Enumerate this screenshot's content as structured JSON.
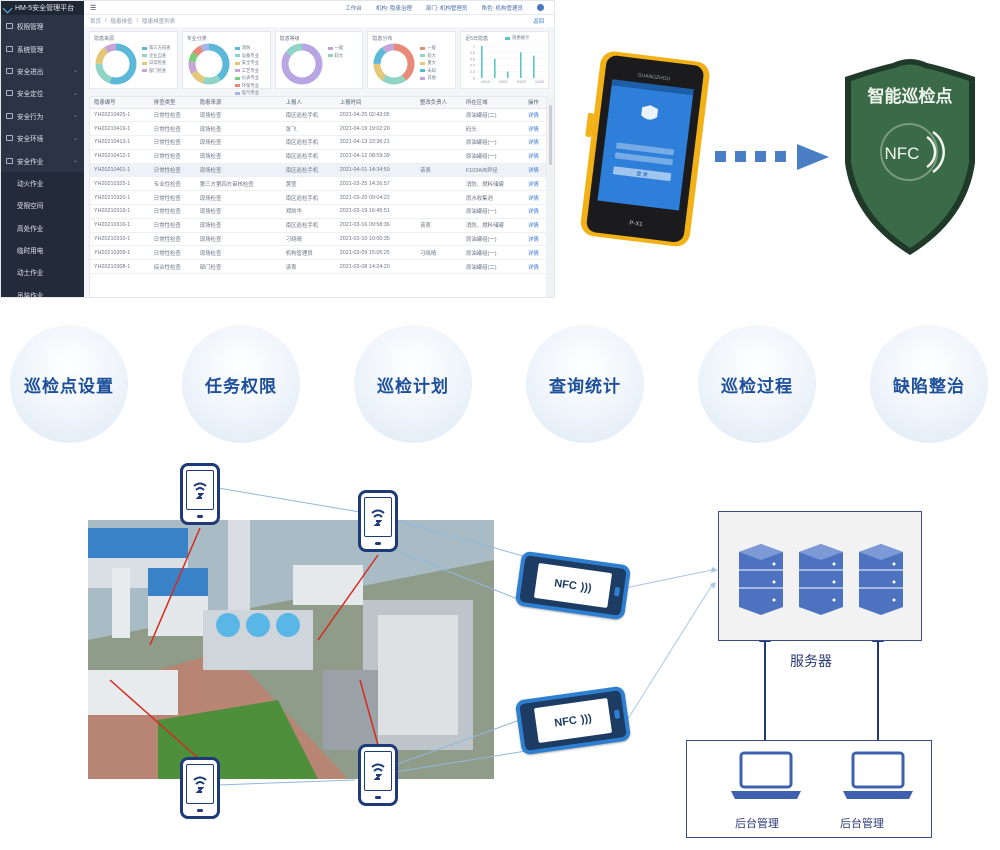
{
  "admin": {
    "brand": "HM-5安全管理平台",
    "sidebar": [
      {
        "label": "权限管理",
        "type": "top"
      },
      {
        "label": "系统管理",
        "type": "top"
      },
      {
        "label": "安全进出",
        "type": "top"
      },
      {
        "label": "安全定位",
        "type": "top"
      },
      {
        "label": "安全行为",
        "type": "top"
      },
      {
        "label": "安全环境",
        "type": "top"
      },
      {
        "label": "安全作业",
        "type": "top"
      },
      {
        "label": "动火作业",
        "type": "sub"
      },
      {
        "label": "受限空间",
        "type": "sub"
      },
      {
        "label": "高处作业",
        "type": "sub"
      },
      {
        "label": "临时用电",
        "type": "sub"
      },
      {
        "label": "动土作业",
        "type": "sub"
      },
      {
        "label": "吊装作业",
        "type": "sub"
      }
    ],
    "topbar": {
      "left_icon": "menu-icon",
      "items": [
        "工作台",
        "机构: 隐患治理",
        "部门: 机构管理员",
        "角色: 机构管理员"
      ]
    },
    "breadcrumbs": [
      "首页",
      "隐患排查",
      "隐患排查列表"
    ],
    "return_label": "返回",
    "charts": [
      {
        "title": "隐患来源",
        "legend": [
          "第三方排查",
          "企业自查",
          "日常检查",
          "部门检查"
        ],
        "colors": [
          "#5cb8d8",
          "#8fd4c4",
          "#e4c87a",
          "#c8a5d8"
        ],
        "values": [
          55,
          20,
          15,
          10
        ]
      },
      {
        "title": "专业分类",
        "legend": [
          "消防",
          "设备专业",
          "安全专业",
          "工艺专业",
          "仪表专业",
          "环保专业",
          "电气专业"
        ],
        "colors": [
          "#5cb8d8",
          "#8fd4c4",
          "#e4c87a",
          "#c8a5d8",
          "#7ad07a",
          "#e88a7a",
          "#a6b4e8"
        ],
        "values": [
          40,
          15,
          12,
          10,
          8,
          8,
          7
        ]
      },
      {
        "title": "隐患等级",
        "legend": [
          "一般",
          "较大"
        ],
        "colors": [
          "#b8a6e4",
          "#8fd4c4"
        ],
        "values": [
          85,
          15
        ]
      },
      {
        "title": "隐患分布",
        "legend": [
          "一般",
          "较大",
          "重大",
          "未知",
          "其他"
        ],
        "colors": [
          "#e88a7a",
          "#8fd4c4",
          "#e4c87a",
          "#5cb8d8",
          "#c8a5d8"
        ],
        "values": [
          40,
          20,
          15,
          15,
          10
        ]
      },
      {
        "title": "近5日隐患",
        "legend": [
          "隐患统计"
        ],
        "colors": [
          "#5cc6c6"
        ],
        "bars": [
          1,
          0.6,
          0.2,
          0.8,
          0.7
        ],
        "ticks": [
          "1",
          "0.8",
          "0.6",
          "0.4",
          "0.2",
          "0"
        ],
        "days": [
          "04/19",
          "04/21",
          "04/23",
          "04/25"
        ]
      }
    ],
    "table": {
      "headers": [
        "隐患编号",
        "排查类型",
        "隐患来源",
        "上报人",
        "上报时间",
        "整改负责人",
        "所在区域",
        "操作"
      ],
      "rows": [
        [
          "YH20210425-1",
          "日常性检查",
          "现场检查",
          "南区巡检手机",
          "2021-04-25 02:43:05",
          "",
          "原油罐组(二)",
          "详情"
        ],
        [
          "YH20210419-1",
          "日常性检查",
          "现场检查",
          "张飞",
          "2021-04-19 19:02:20",
          "",
          "码头",
          "详情"
        ],
        [
          "YH20210413-1",
          "日常性检查",
          "现场检查",
          "南区巡检手机",
          "2021-04-13 22:36:21",
          "",
          "原油罐组(一)",
          "详情"
        ],
        [
          "YH20210412-1",
          "日常性检查",
          "现场检查",
          "南区巡检手机",
          "2021-04-12 08:59:39",
          "",
          "原油罐组(一)",
          "详情"
        ],
        [
          "YH20210401-1",
          "日常性检查",
          "现场检查",
          "南区巡检手机",
          "2021-04-01 14:34:59",
          "该表",
          "F103A/B异径",
          "详情"
        ],
        [
          "YH20210325-1",
          "专业性检查",
          "第三方第四方审核检查",
          "黄莹",
          "2021-03-25 14:26:57",
          "",
          "消防、燃料储罐",
          "详情"
        ],
        [
          "YH20210320-1",
          "日常性检查",
          "现场检查",
          "南区巡检手机",
          "2021-03-20 09:04:22",
          "",
          "雨水收集池",
          "详情"
        ],
        [
          "YH20210319-1",
          "日常性检查",
          "现场检查",
          "郑凯华",
          "2021-03-19 16:45:51",
          "",
          "原油罐组(一)",
          "详情"
        ],
        [
          "YH20210316-1",
          "日常性检查",
          "现场检查",
          "南区巡检手机",
          "2021-03-16 09:58:36",
          "该表",
          "消防、燃料储罐",
          "详情"
        ],
        [
          "YH20210310-1",
          "日常性检查",
          "现场检查",
          "刁晓晴",
          "2021-03-10 10:00:35",
          "",
          "原油罐组(一)",
          "详情"
        ],
        [
          "YH20210309-1",
          "日常性检查",
          "现场检查",
          "机构管理员",
          "2021-03-09 15:05:25",
          "刁晓晴",
          "原油罐组(一)",
          "详情"
        ],
        [
          "YH20210308-1",
          "综合性检查",
          "部门检查",
          "该表",
          "2021-03-08 14:24:20",
          "",
          "原油罐组(二)",
          "详情"
        ]
      ],
      "highlight_row": 4
    }
  },
  "handheld": {
    "brand": "GUANGZHOU",
    "screen_icon": "shield-icon",
    "button_label": "登 录",
    "model_label": "P-X1"
  },
  "badge": {
    "title": "智能巡检点",
    "icon_text": "NFC",
    "color": "#3b6a48"
  },
  "features": [
    "巡检点设置",
    "任务权限",
    "巡检计划",
    "查询统计",
    "巡检过程",
    "缺陷整治"
  ],
  "diagram": {
    "tablet_label": "NFC",
    "server_label": "服务器",
    "mgmt_labels": [
      "后台管理",
      "后台管理"
    ],
    "accent": "#1e3a78"
  }
}
